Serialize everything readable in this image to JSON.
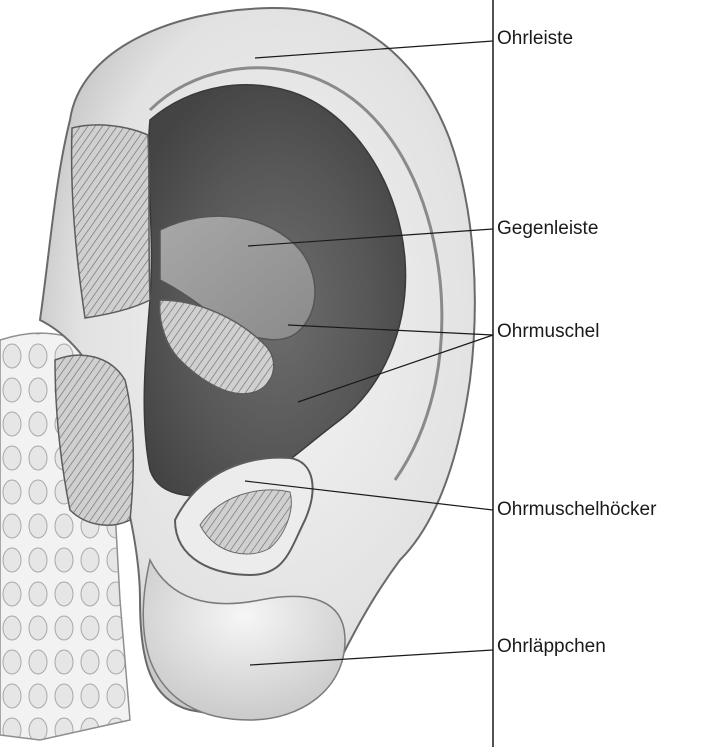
{
  "labels": [
    "Ohrleiste",
    "Gegenleiste",
    "Ohrmuschel",
    "Ohrmuschelhöcker",
    "Ohrläppchen"
  ],
  "colors": {
    "ink": "#1a1a1a",
    "skin_light": "#eeeeee",
    "skin_mid": "#cfcfcf",
    "shadow": "#6a6a6a",
    "deep": "#3a3a3a"
  }
}
